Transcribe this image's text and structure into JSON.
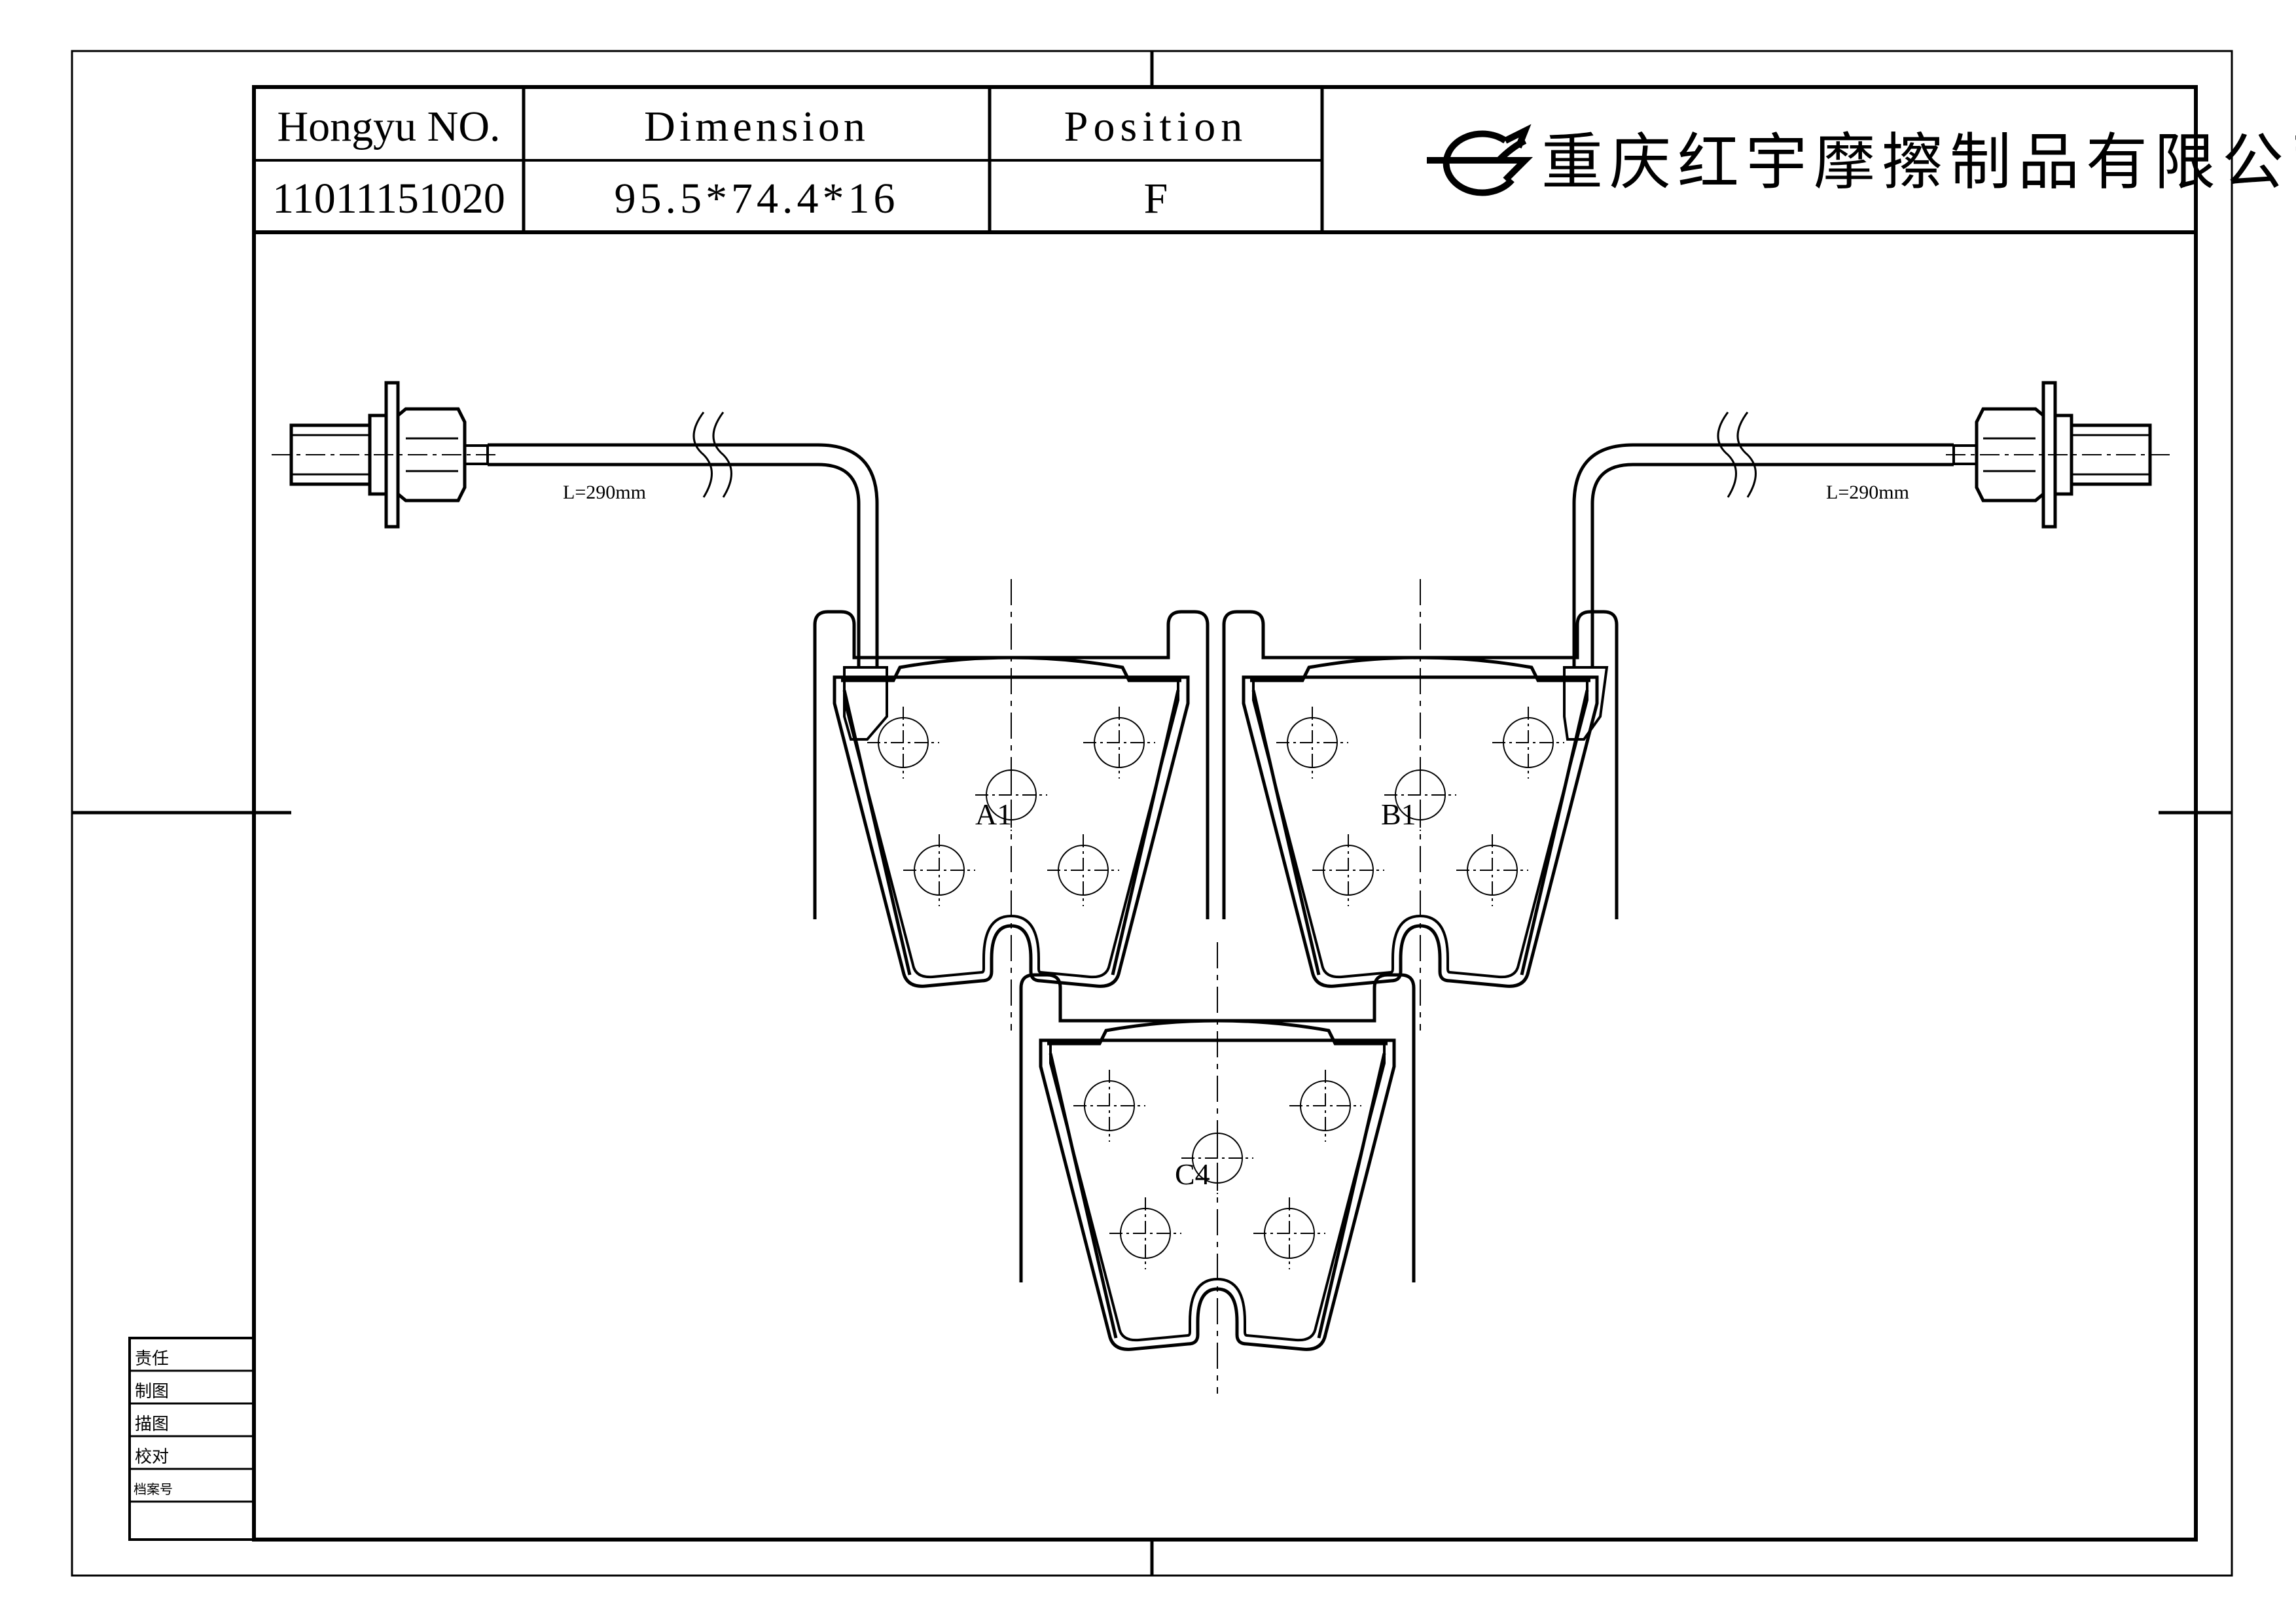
{
  "title_block": {
    "headers": {
      "part_no": "Hongyu NO.",
      "dimension": "Dimension",
      "position": "Position"
    },
    "values": {
      "part_no": "11011151020",
      "dimension": "95.5*74.4*16",
      "position": "F"
    },
    "company": "重庆红宇摩擦制品有限公司"
  },
  "side_block": {
    "rows": [
      "责任",
      "制图",
      "描图",
      "校对",
      "档案号"
    ]
  },
  "drawing": {
    "left_wire_length": "L=290mm",
    "right_wire_length": "L=290mm",
    "pad_labels": {
      "a": "A1",
      "b": "B1",
      "c": "C4"
    }
  }
}
